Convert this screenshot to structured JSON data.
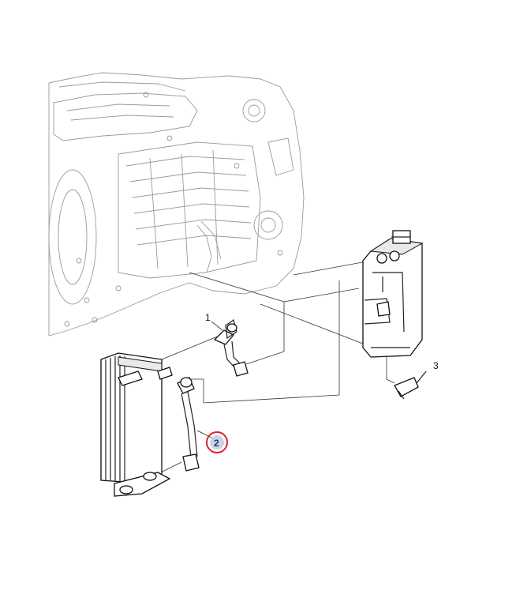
{
  "diagram": {
    "callouts": [
      {
        "id": "1",
        "label": "1"
      },
      {
        "id": "2",
        "label": "2",
        "highlighted": true
      },
      {
        "id": "3",
        "label": "3"
      }
    ],
    "colors": {
      "line": "#222222",
      "housing": "#9a9a9a",
      "highlight_ring": "#d9232e",
      "highlight_fill": "#c9d3e6"
    }
  }
}
